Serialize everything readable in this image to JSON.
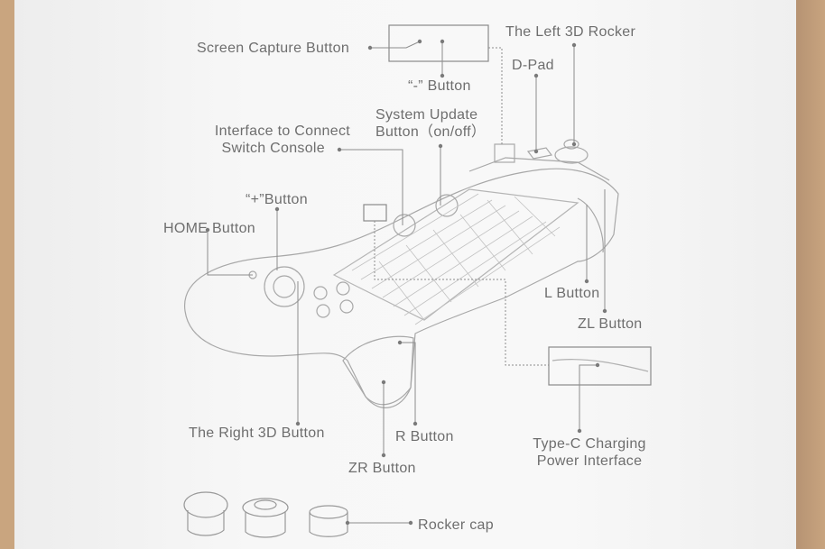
{
  "labels": {
    "screen_capture": "Screen Capture Button",
    "minus": "“-” Button",
    "left_rocker": "The Left 3D Rocker",
    "dpad": "D-Pad",
    "interface_line1": "Interface to Connect",
    "interface_line2": "Switch Console",
    "system_update_line1": "System Update",
    "system_update_line2": "Button（on/off）",
    "plus": "“+”Button",
    "home": "HOME Button",
    "l_button": "L Button",
    "zl_button": "ZL Button",
    "right_3d": "The Right 3D Button",
    "r_button": "R Button",
    "zr_button": "ZR Button",
    "typec_line1": "Type-C Charging",
    "typec_line2": "Power Interface",
    "rocker_cap": "Rocker cap"
  }
}
